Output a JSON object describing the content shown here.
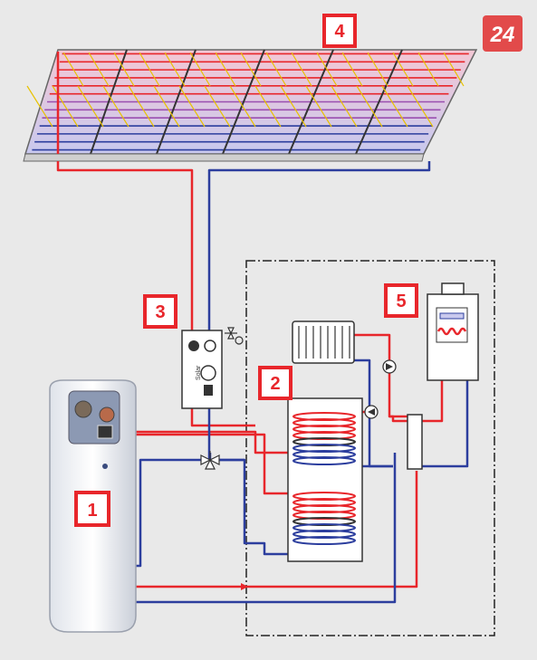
{
  "logo": {
    "text": "24"
  },
  "labels": {
    "heat_pump": "1",
    "storage_tank": "2",
    "solar_station": "3",
    "solar_panels": "4",
    "boiler": "5"
  },
  "station_text": "Solar",
  "colors": {
    "hot": "#e8262b",
    "cold": "#2c3e9e",
    "label_border": "#e8262b",
    "logo": "#e24a4a",
    "background": "#e9e9e9"
  }
}
